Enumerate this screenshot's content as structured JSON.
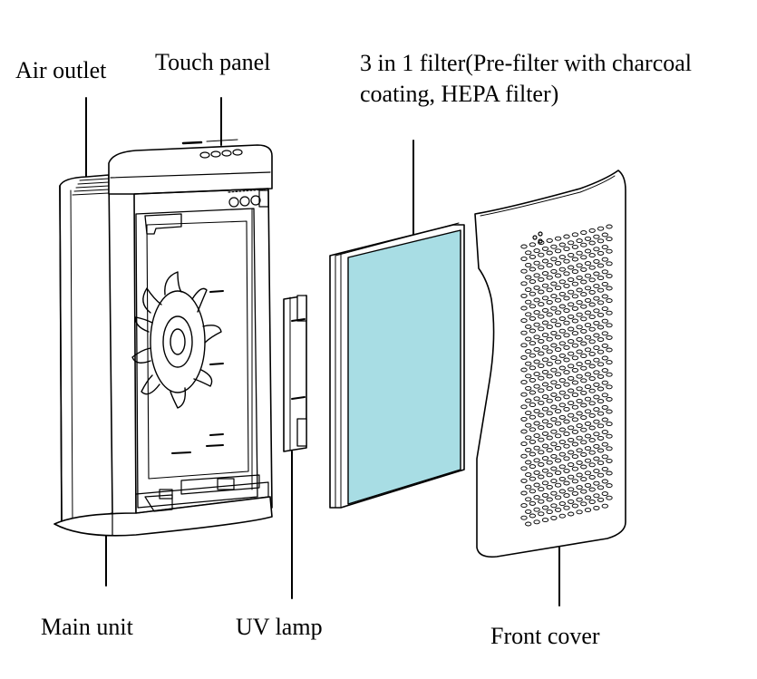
{
  "labels": {
    "air_outlet": "Air outlet",
    "touch_panel": "Touch panel",
    "filter_line1": "3 in 1 filter(Pre-filter with charcoal",
    "filter_line2": "coating, HEPA filter)",
    "main_unit": "Main unit",
    "uv_lamp": "UV lamp",
    "front_cover": "Front cover"
  },
  "colors": {
    "line": "#000000",
    "hepa_filter": "#a8dde4",
    "background": "#ffffff"
  }
}
